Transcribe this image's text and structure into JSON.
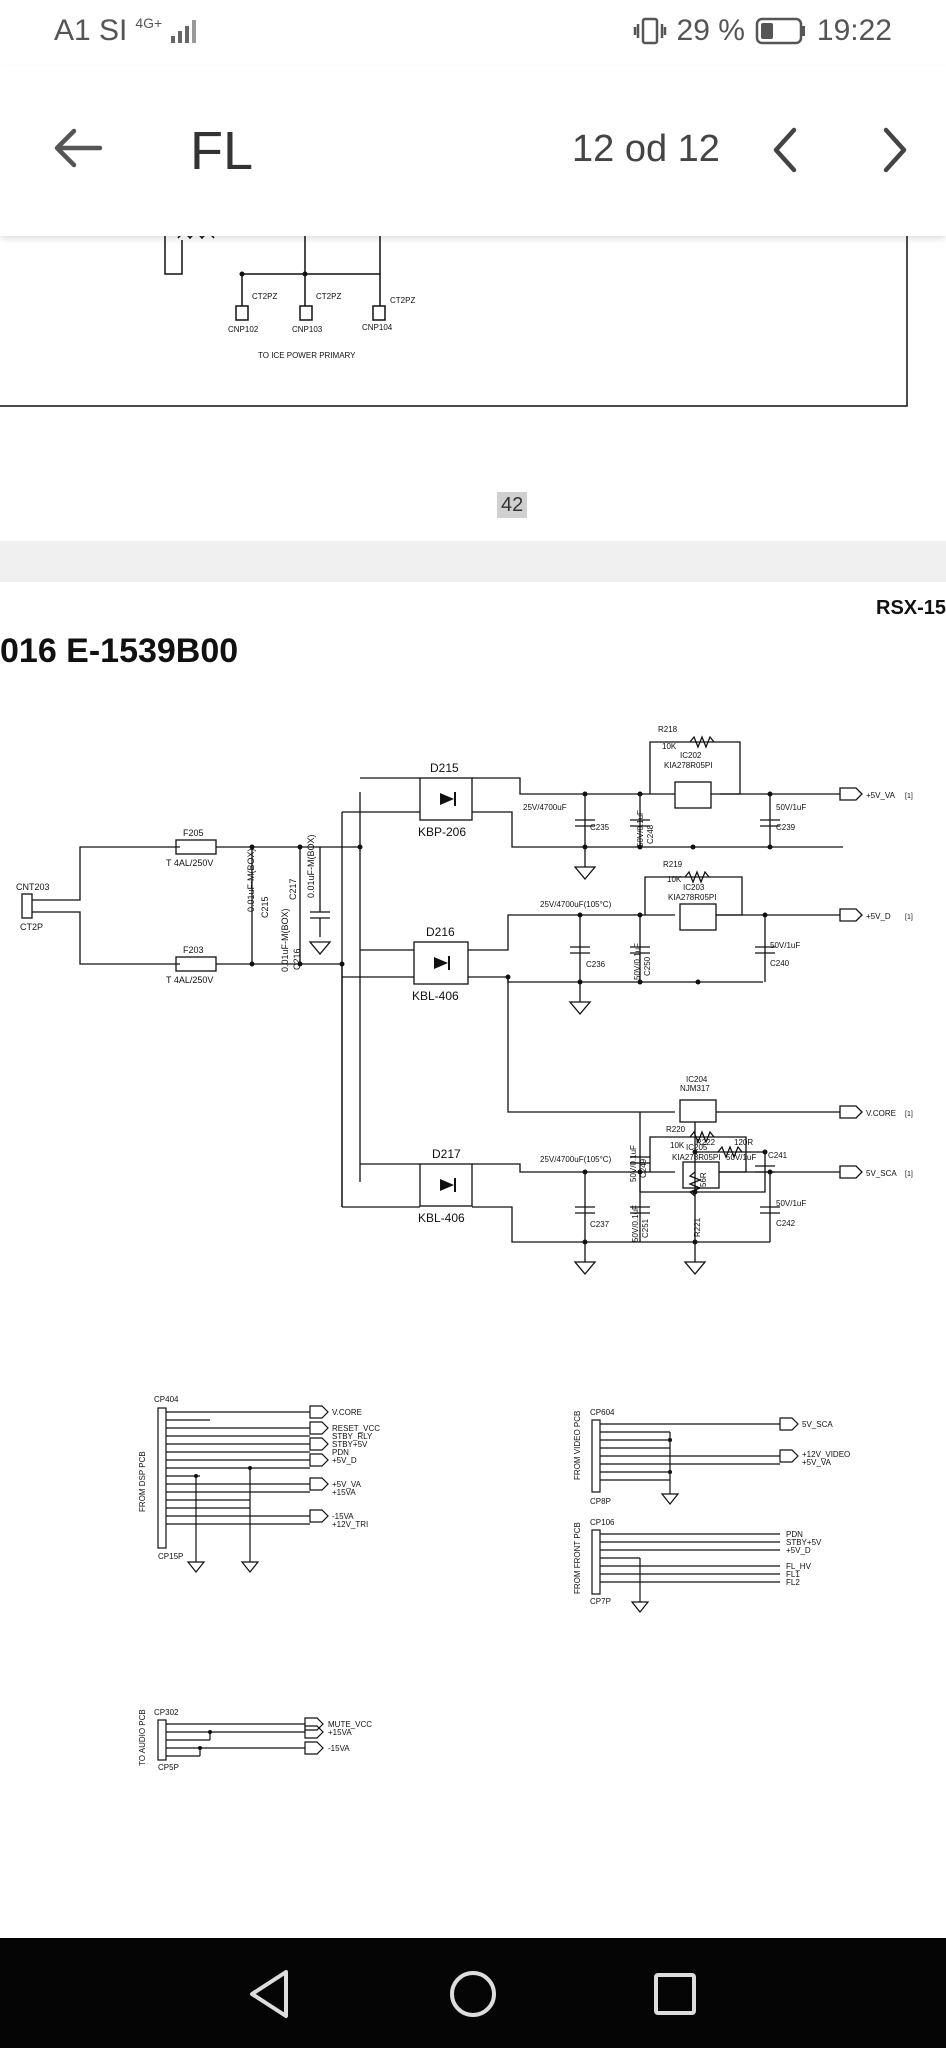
{
  "status": {
    "carrier": "A1 SI",
    "network": "4G+",
    "battery": "29 %",
    "time": "19:22"
  },
  "toolbar": {
    "title": "FL",
    "page_indicator": "12 od 12"
  },
  "viewer": {
    "prev_page_number": "42"
  },
  "schematic_top": {
    "labels": [
      "CT2PZ",
      "CT2PZ",
      "CT2PZ",
      "CNP102",
      "CNP103",
      "CNP104",
      "TO ICE POWER PRIMARY"
    ]
  },
  "schematic": {
    "model_partial": "RSX-15",
    "doc_partial": "016 E-1539B00",
    "cnt203": "CNT203",
    "ct2p": "CT2P",
    "f205": "F205",
    "f203": "F203",
    "fuse_rating": "T 4AL/250V",
    "c215": "C215",
    "c217": "C217",
    "c216": "C216",
    "cap_box": "0.01uF-M(BOX)",
    "d215": "D215",
    "d215_part": "KBP-206",
    "d216": "D216",
    "d216_part": "KBL-406",
    "d217": "D217",
    "d217_part": "KBL-406",
    "r218": "R218",
    "r219": "R219",
    "r220": "R220",
    "r10k": "10K",
    "ic202": "IC202",
    "ic203": "IC203",
    "ic205": "IC205",
    "ic204": "IC204",
    "reg_part": "KIA278R05PI",
    "njm317": "NJM317",
    "cap_25v4700": "25V/4700uF",
    "cap_25v4700_105": "25V/4700uF(105°C)",
    "cap_50v01": "50V/0.1uF",
    "cap_50v1": "50V/1uF",
    "c235": "C235",
    "c248": "C248",
    "c239": "C239",
    "c236": "C236",
    "c250": "C250",
    "c240": "C240",
    "c249": "C249",
    "c241": "C241",
    "c237": "C237",
    "c251": "C251",
    "c242": "C242",
    "r222": "R222",
    "r222_val": "120R",
    "r221": "R221",
    "r221_val": "56R",
    "out_5v_va": "+5V_VA",
    "out_5v_d": "+5V_D",
    "out_vcore": "V.CORE",
    "out_5v_sca": "5V_SCA",
    "ref1": "[1]"
  },
  "connectors": {
    "cp404": {
      "name": "CP404",
      "foot": "CP15P",
      "side": "FROM DSP PCB",
      "signals": [
        "V.CORE",
        "RESET_VCC",
        "STBY_RLY",
        "STBY+5V",
        "PDN",
        "+5V_D",
        "+5V_VA",
        "+15VA",
        "-15VA",
        "+12V_TRI"
      ]
    },
    "cp604": {
      "name": "CP604",
      "foot": "CP8P",
      "side": "FROM VIDEO PCB",
      "signals": [
        "5V_SCA",
        "+12V_VIDEO",
        "+5V_VA"
      ]
    },
    "cp106": {
      "name": "CP106",
      "foot": "CP7P",
      "side": "FROM FRONT PCB",
      "signals": [
        "PDN",
        "STBY+5V",
        "+5V_D",
        "FL_HV",
        "FL1",
        "FL2"
      ]
    },
    "cp302": {
      "name": "CP302",
      "foot": "CP5P",
      "side": "TO AUDIO PCB",
      "signals": [
        "MUTE_VCC",
        "+15VA",
        "-15VA"
      ]
    }
  }
}
